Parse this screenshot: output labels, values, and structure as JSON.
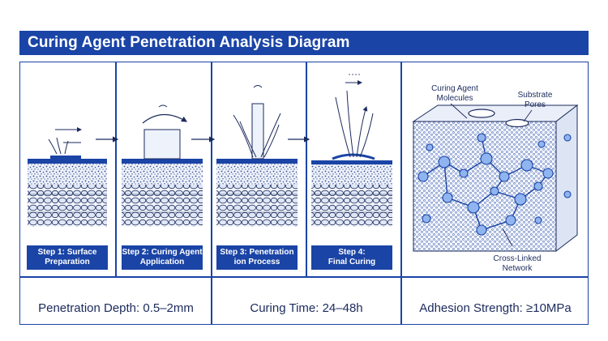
{
  "title": "Curing Agent Penetration Analysis Diagram",
  "steps": [
    {
      "line1": "Step 1: Surface",
      "line2": "Preparation"
    },
    {
      "line1": "Step 2: Curing Agent",
      "line2": "Application"
    },
    {
      "line1": "Step 3: Penetration",
      "line2": "ion Process"
    },
    {
      "line1": "Step 4:",
      "line2": "Final Curing"
    }
  ],
  "detail_labels": {
    "molecules_1": "Curing Agent",
    "molecules_2": "Molecules",
    "pores_1": "Substrate",
    "pores_2": "Pores",
    "network_1": "Cross-Linked",
    "network_2": "Network"
  },
  "metrics": {
    "depth": "Penetration Depth: 0.5–2mm",
    "time": "Curing Time: 24–48h",
    "adhesion": "Adhesion Strength: ≥10MPa"
  },
  "colors": {
    "primary": "#1a44a6",
    "sphere": "#8fb4ef",
    "ink": "#1b2a5c"
  }
}
